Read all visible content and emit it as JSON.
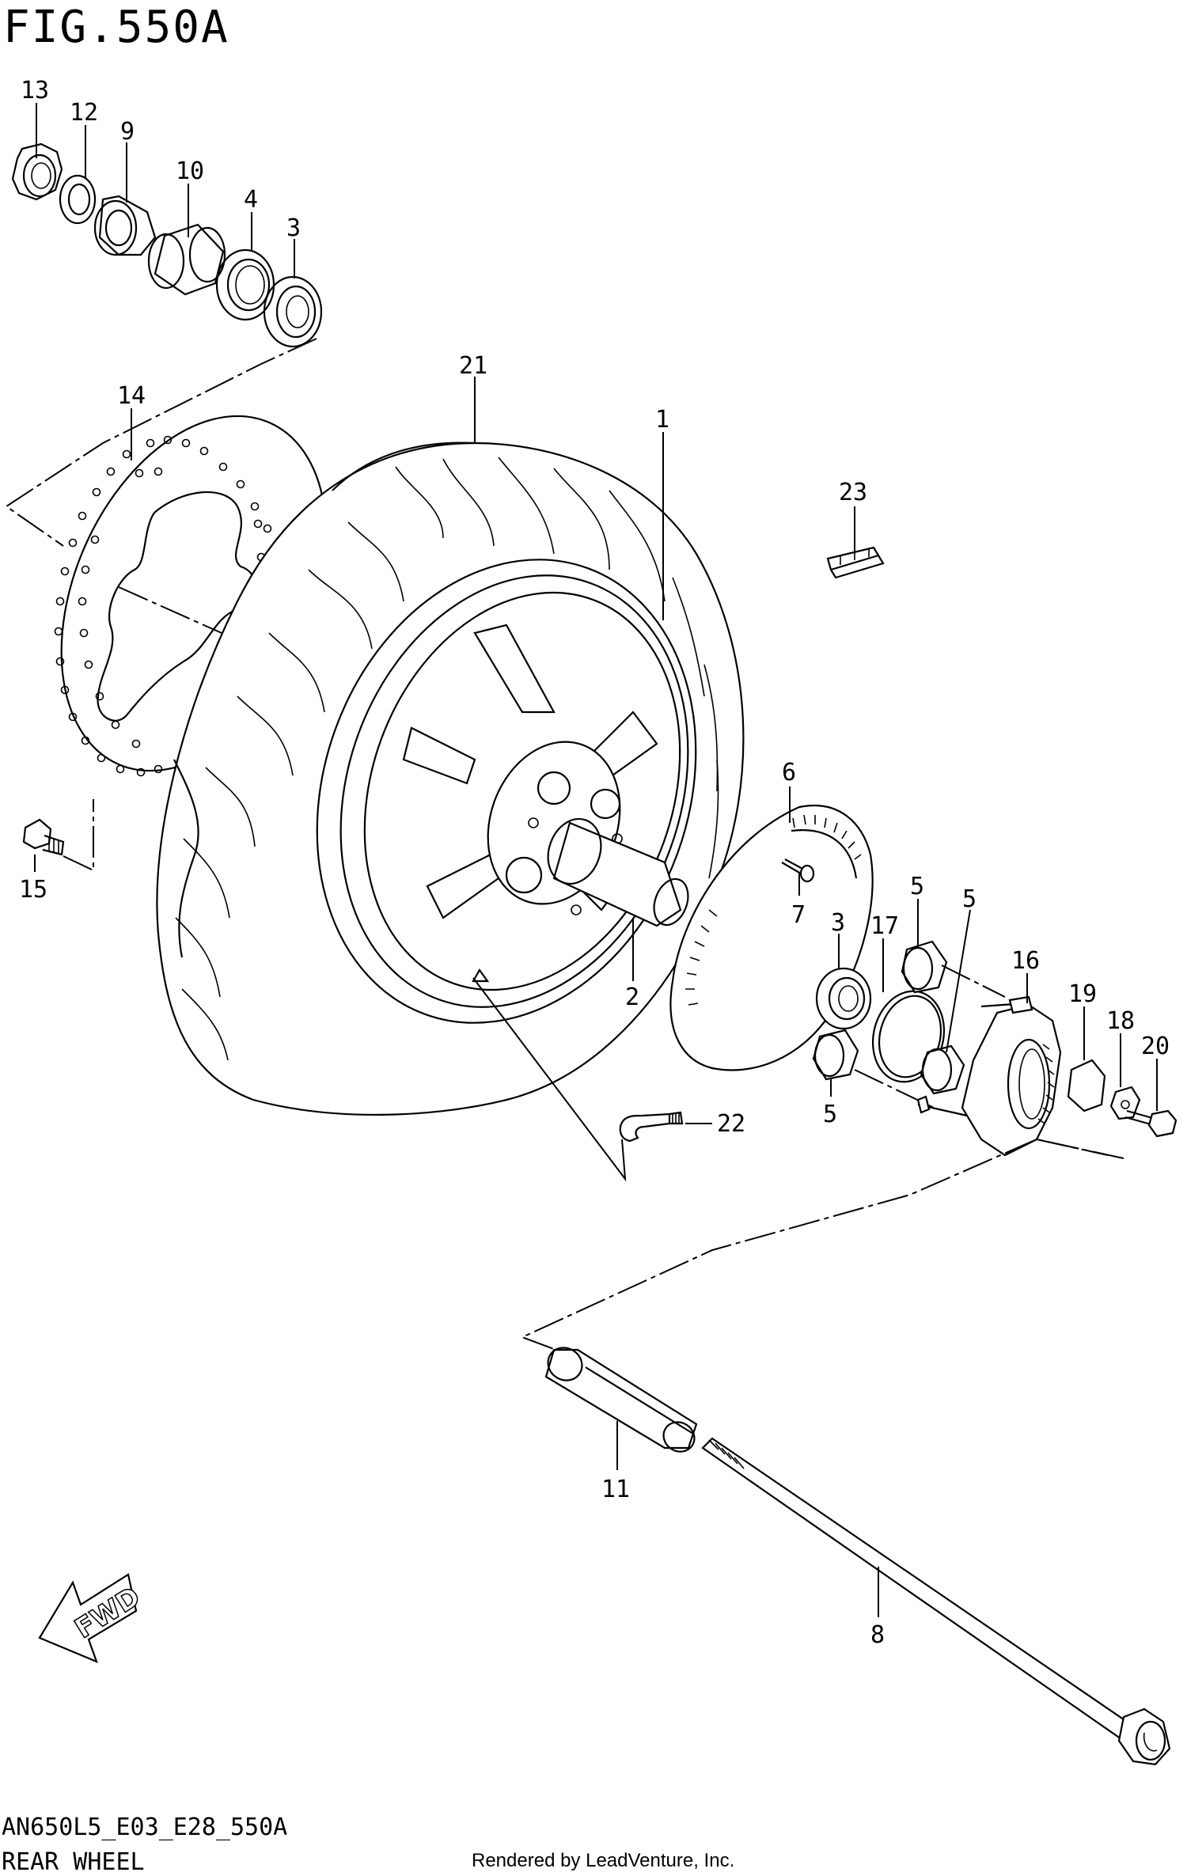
{
  "figure": {
    "title": "FIG.550A"
  },
  "footer": {
    "model_code": "AN650L5_E03_E28_550A",
    "section_name": "REAR WHEEL",
    "rendered_by": "Rendered by LeadVenture, Inc."
  },
  "direction_marker": {
    "label": "FWD"
  },
  "callouts": {
    "c1": "1",
    "c2": "2",
    "c3a": "3",
    "c3b": "3",
    "c4": "4",
    "c5a": "5",
    "c5b": "5",
    "c5c": "5",
    "c6": "6",
    "c7": "7",
    "c8": "8",
    "c9": "9",
    "c10": "10",
    "c11": "11",
    "c12": "12",
    "c13": "13",
    "c14": "14",
    "c15": "15",
    "c16": "16",
    "c17": "17",
    "c18": "18",
    "c19": "19",
    "c20": "20",
    "c21": "21",
    "c22": "22",
    "c23": "23"
  }
}
